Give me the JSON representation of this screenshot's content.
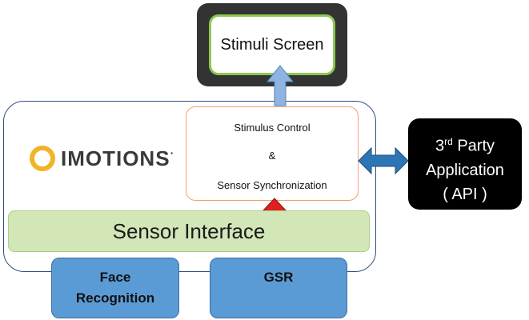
{
  "stimuli_screen": {
    "label": "Stimuli Screen"
  },
  "control": {
    "line1": "Stimulus Control",
    "line2": "&",
    "line3": "Sensor Synchronization"
  },
  "logo": {
    "text": "IMOTIONS",
    "mark": "·",
    "ring_color": "#f0b429"
  },
  "sensor_interface": {
    "label": "Sensor Interface"
  },
  "sensors": {
    "face_line1": "Face",
    "face_line2": "Recognition",
    "gsr": "GSR"
  },
  "third_party": {
    "num": "3",
    "sup": "rd",
    "word": " Party",
    "line2": "Application",
    "line3": "( API )"
  },
  "colors": {
    "up_arrow": "#8eb4e3",
    "red_arrow": "#e02020",
    "double_arrow": "#2e75b6"
  }
}
